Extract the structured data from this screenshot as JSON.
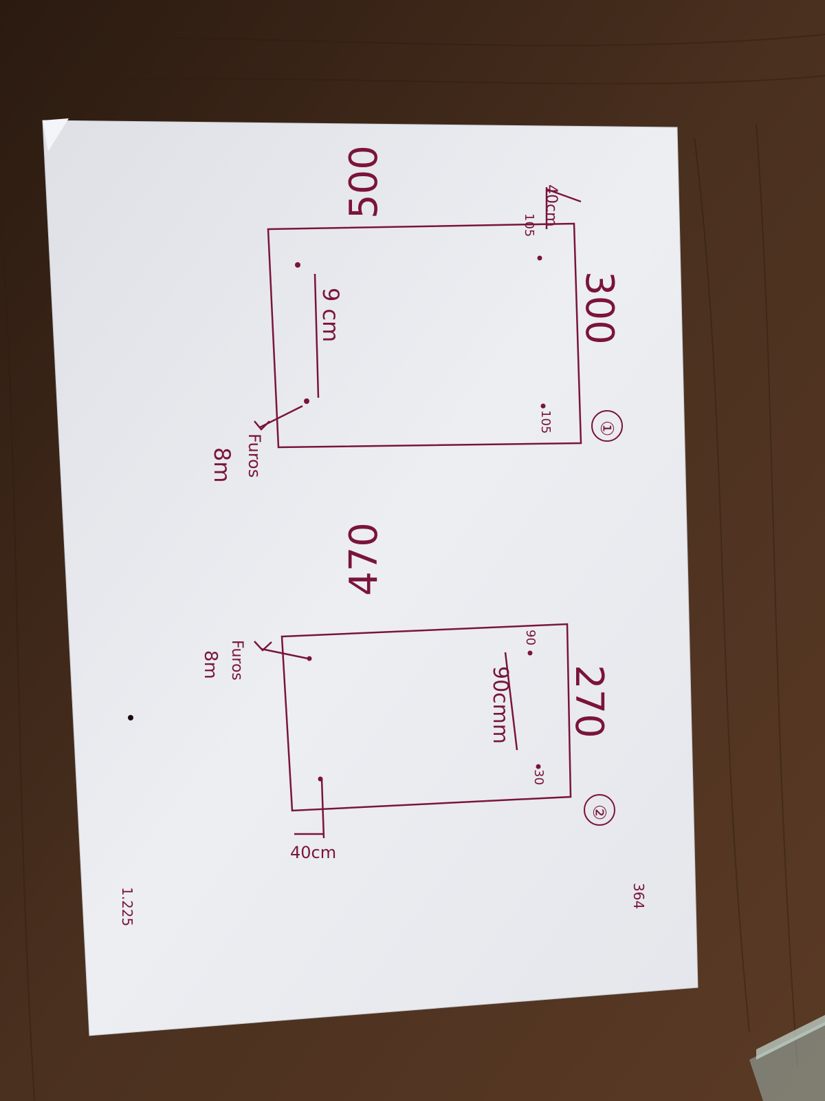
{
  "colors": {
    "table": "#3a2619",
    "paper": "#e9eaee",
    "ink": "#7a1438"
  },
  "drawing_1": {
    "label": "①",
    "length": "500",
    "width": "300",
    "edge_offset": "40cm",
    "corner_offset_top": "105",
    "corner_offset_bottom": "105",
    "hole_spacing": "9 cm",
    "holes_label": "Furos",
    "holes_size": "8m"
  },
  "drawing_2": {
    "label": "②",
    "length": "470",
    "width": "270",
    "edge_offset": "40cm",
    "corner_offset_top": "90",
    "corner_offset_bottom": "30",
    "hole_spacing": "90cmm",
    "holes_label": "Furos",
    "holes_size": "8m"
  },
  "notes": {
    "line1": "364",
    "line2": "1.225"
  }
}
